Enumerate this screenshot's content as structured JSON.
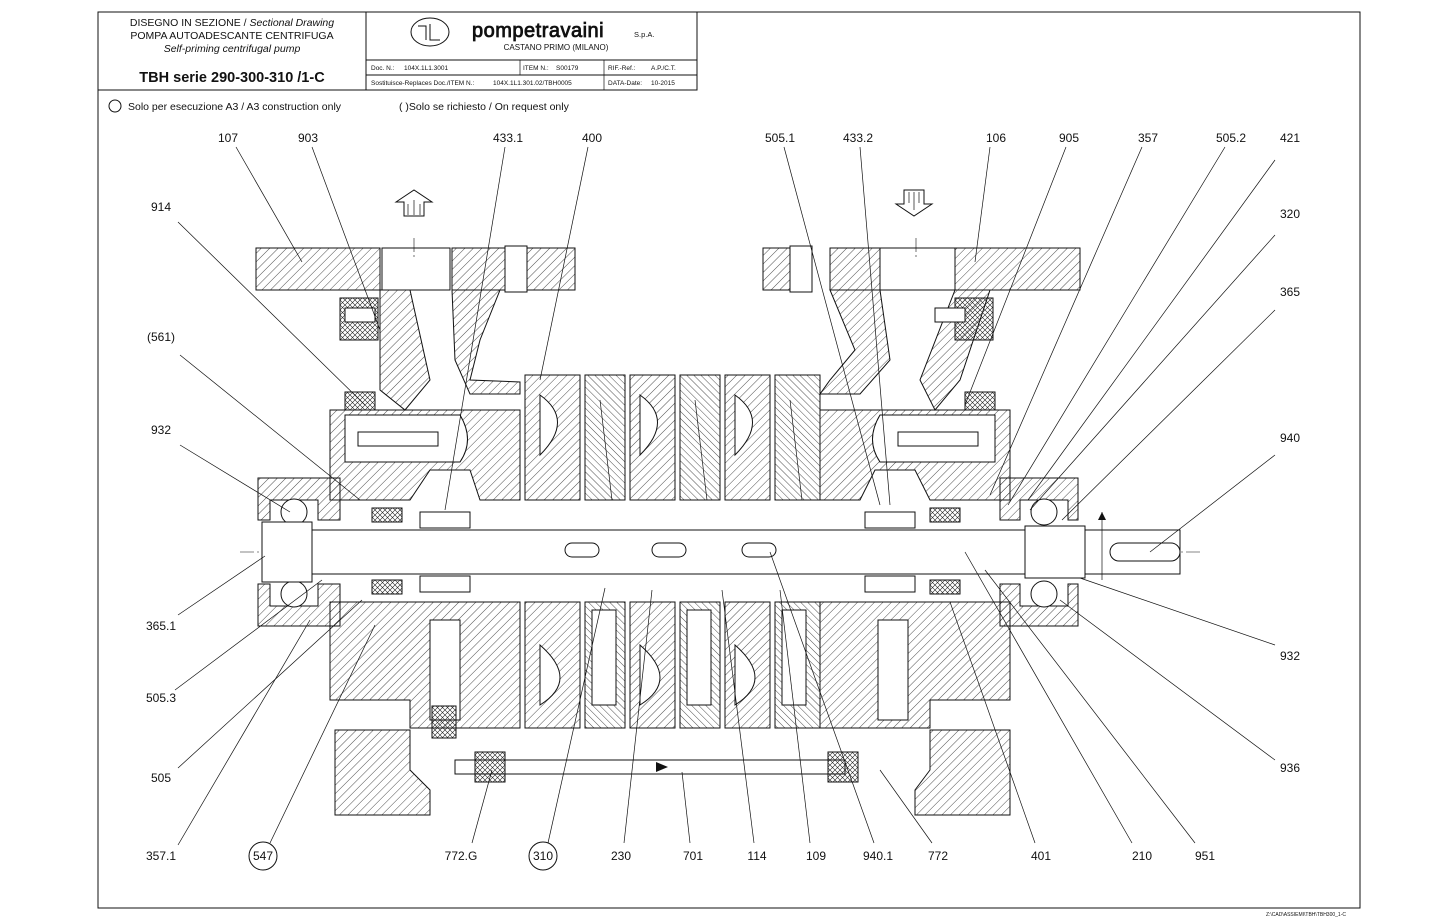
{
  "title_block": {
    "line1_it": "DISEGNO IN SEZIONE",
    "line1_en": "Sectional Drawing",
    "line2_it": "POMPA AUTOADESCANTE CENTRIFUGA",
    "line2_en": "Self-priming centrifugal pump",
    "model": "TBH serie 290-300-310 /1-C",
    "company": "pompetravaini",
    "company_suffix": "S.p.A.",
    "company_location": "CASTANO PRIMO (MILANO)",
    "doc_label": "Doc. N.:",
    "doc_value": "104X.1L1.3001",
    "item_label": "ITEM N.:",
    "item_value": "S00179",
    "ref_label": "RIF.-Ref.:",
    "ref_value": "A.P./C.T.",
    "replaces_label": "Sostituisce-Replaces Doc./ITEM N.:",
    "replaces_value": "104X.1L1.301.02/TBH0005",
    "date_label": "DATA-Date:",
    "date_value": "10-2015"
  },
  "notes": {
    "a3_only": "Solo per esecuzione A3 / A3 construction only",
    "on_request": "( )Solo se richiesto / On request only"
  },
  "labels": {
    "l107": "107",
    "l903": "903",
    "l433_1": "433.1",
    "l400": "400",
    "l505_1": "505.1",
    "l433_2": "433.2",
    "l106": "106",
    "l905": "905",
    "l357": "357",
    "l505_2": "505.2",
    "l421": "421",
    "l320": "320",
    "l365": "365",
    "l914": "914",
    "l561": "(561)",
    "l932a": "932",
    "l940": "940",
    "l365_1": "365.1",
    "l505_3": "505.3",
    "l505": "505",
    "l932b": "932",
    "l936": "936",
    "l357_1": "357.1",
    "l547": "547",
    "l772g": "772.G",
    "l310": "310",
    "l230": "230",
    "l701": "701",
    "l114": "114",
    "l109": "109",
    "l940_1": "940.1",
    "l772": "772",
    "l401": "401",
    "l210": "210",
    "l951": "951"
  },
  "footer_ref": "Z:\\CAD\\ASSIEMI\\TBH\\TBH300_1-C"
}
